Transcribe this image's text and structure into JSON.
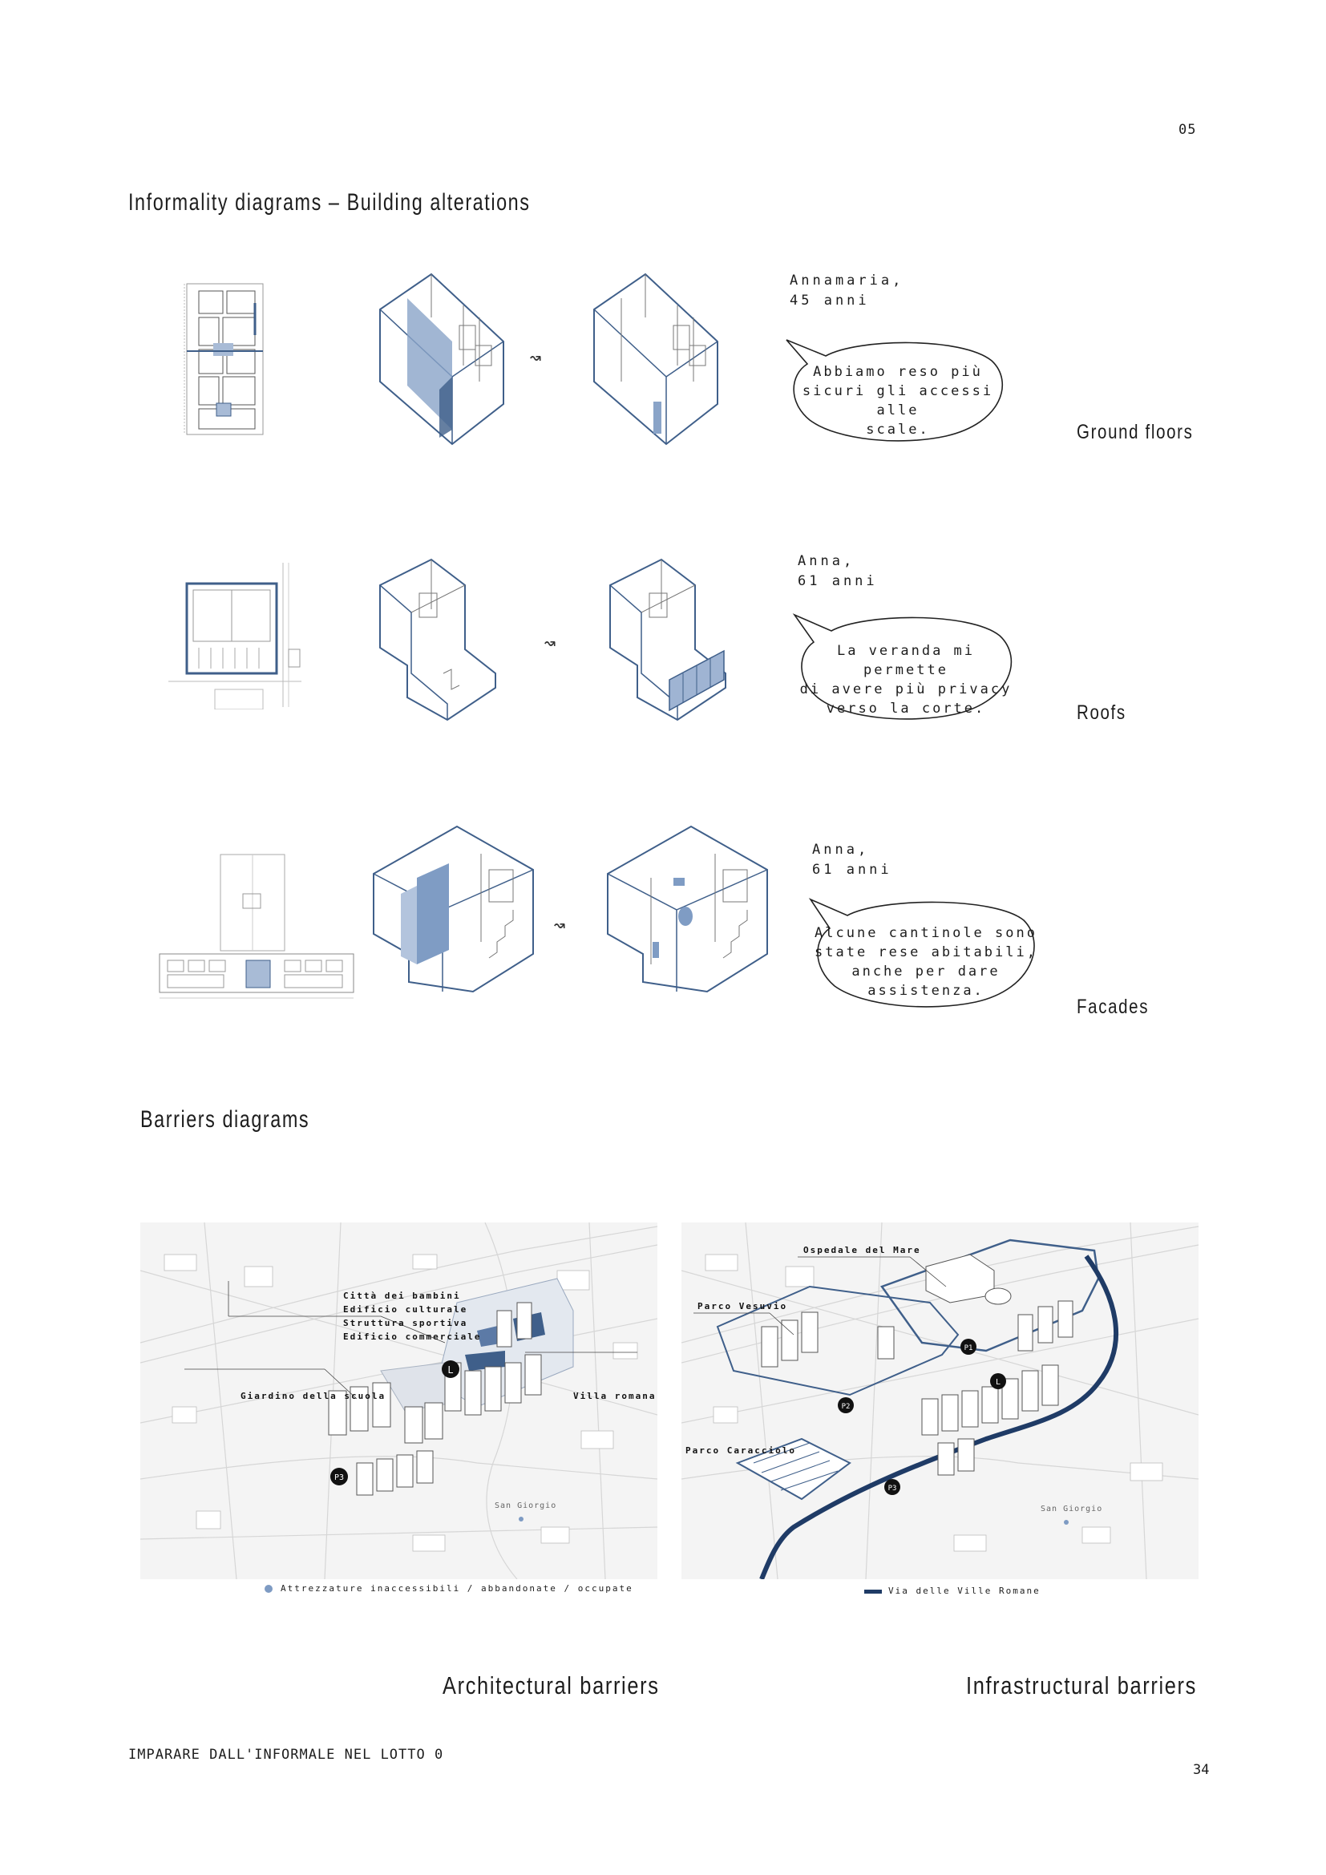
{
  "chapter_number": "05",
  "section1_title": "Informality diagrams – Building alterations",
  "rows": [
    {
      "person_name": "Annamaria,",
      "person_age": "45 anni",
      "quote_lines": [
        "Abbiamo reso più",
        "sicuri gli accessi alle",
        "scale."
      ],
      "category": "Ground floors"
    },
    {
      "person_name": "Anna,",
      "person_age": "61 anni",
      "quote_lines": [
        "La veranda mi permette",
        "di avere più privacy",
        "verso la corte."
      ],
      "category": "Roofs"
    },
    {
      "person_name": "Anna,",
      "person_age": "61 anni",
      "quote_lines": [
        "Alcune cantinole sono",
        "state rese abitabili,",
        "anche per dare",
        "assistenza."
      ],
      "category": "Facades"
    }
  ],
  "section2_title": "Barriers diagrams",
  "map_left": {
    "labels": {
      "group_lines": [
        "Città dei bambini",
        "Edificio culturale",
        "Struttura sportiva",
        "Edificio commerciale"
      ],
      "giardino": "Giardino della scuola",
      "villa": "Villa romana",
      "san_giorgio": "San Giorgio",
      "marker_l": "L",
      "marker_p3": "P3"
    },
    "legend": "Attrezzature inaccessibili / abbandonate / occupate",
    "caption": "Architectural barriers"
  },
  "map_right": {
    "labels": {
      "ospedale": "Ospedale del Mare",
      "vesuvio": "Parco Vesuvio",
      "caracciolo": "Parco Caracciolo",
      "san_giorgio": "San Giorgio",
      "marker_p1": "P1",
      "marker_p2": "P2",
      "marker_p3": "P3",
      "marker_l": "L"
    },
    "legend": "Via delle Ville Romane",
    "caption": "Infrastructural barriers"
  },
  "footer_text": "IMPARARE DALL'INFORMALE NEL LOTTO 0",
  "page_number": "34",
  "colors": {
    "accent": "#3f5f8a",
    "fill": "#7e9bc3",
    "ink": "#1d1d1d"
  }
}
